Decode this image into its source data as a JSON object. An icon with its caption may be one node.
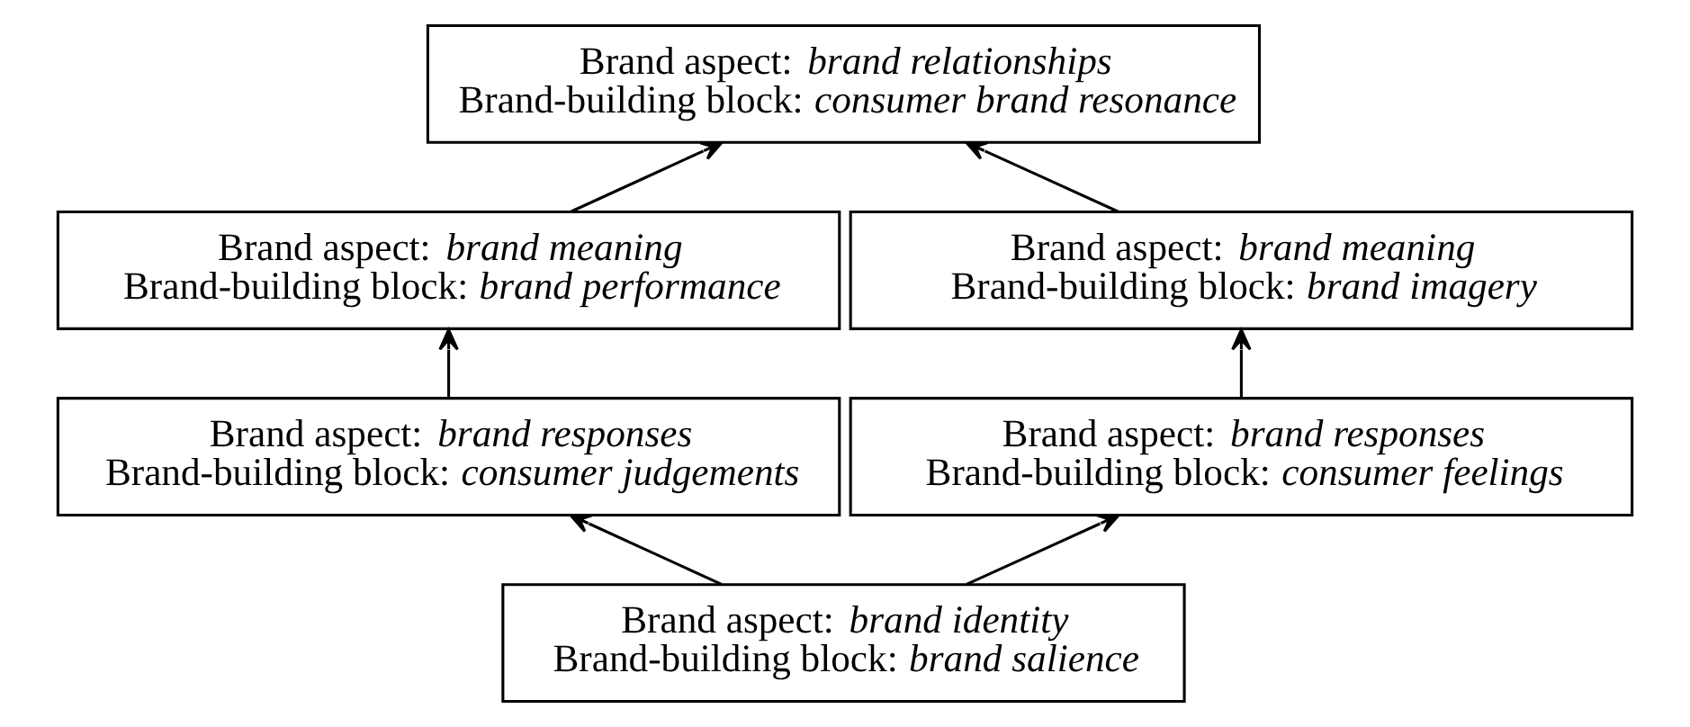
{
  "diagram": {
    "nodes": [
      {
        "text": [
          "Brand aspect: *brand relationships*",
          "Brand-building block: *consumer brand resonance*"
        ]
      },
      {
        "text": [
          "Brand aspect: *brand meaning*",
          "Brand-building block: *brand performance*"
        ]
      },
      {
        "text": [
          "Brand aspect: *brand meaning*",
          "Brand-building block: *brand imagery*"
        ]
      },
      {
        "text": [
          "Brand aspect: *brand responses*",
          "Brand-building block: *consumer judgements*"
        ]
      },
      {
        "text": [
          "Brand aspect: *brand responses*",
          "Brand-building block: *consumer feelings*"
        ]
      },
      {
        "text": [
          "Brand aspect: *brand identity*",
          "Brand-building block: *brand salience*"
        ]
      }
    ],
    "edges": [
      {
        "from": 1,
        "to": 0,
        "arrow": "to"
      },
      {
        "from": 2,
        "to": 0,
        "arrow": "to"
      },
      {
        "from": 3,
        "to": 1,
        "arrow": "to"
      },
      {
        "from": 4,
        "to": 2,
        "arrow": "to"
      },
      {
        "from": 5,
        "to": 3,
        "arrow": "to"
      },
      {
        "from": 5,
        "to": 4,
        "arrow": "to"
      }
    ]
  }
}
